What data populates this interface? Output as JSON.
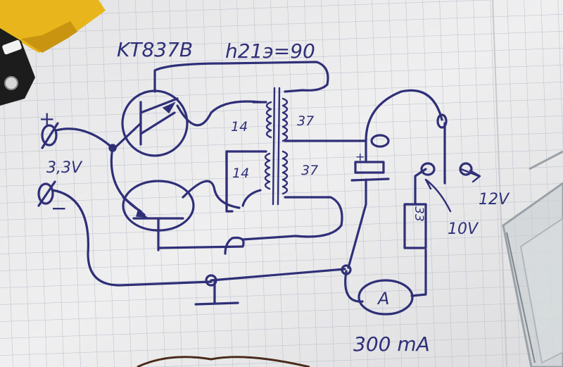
{
  "title": {
    "part": "KT837B",
    "param": "h21э=90"
  },
  "labels": {
    "winding_a_top": "14",
    "winding_b_top": "37",
    "winding_a_bottom": "14",
    "winding_b_bottom": "37",
    "plus_sign": "+",
    "minus_sign": "−",
    "supply_voltage": "3,3V",
    "output_12v": "12V",
    "output_10v": "10V",
    "resistor_value": "33",
    "meter_symbol": "A",
    "current_reading": "300 mA",
    "cap_plus": "+"
  },
  "colors": {
    "ink": "#2f2f78",
    "paper": "#ebebec",
    "grid": "#b7bdc9"
  }
}
